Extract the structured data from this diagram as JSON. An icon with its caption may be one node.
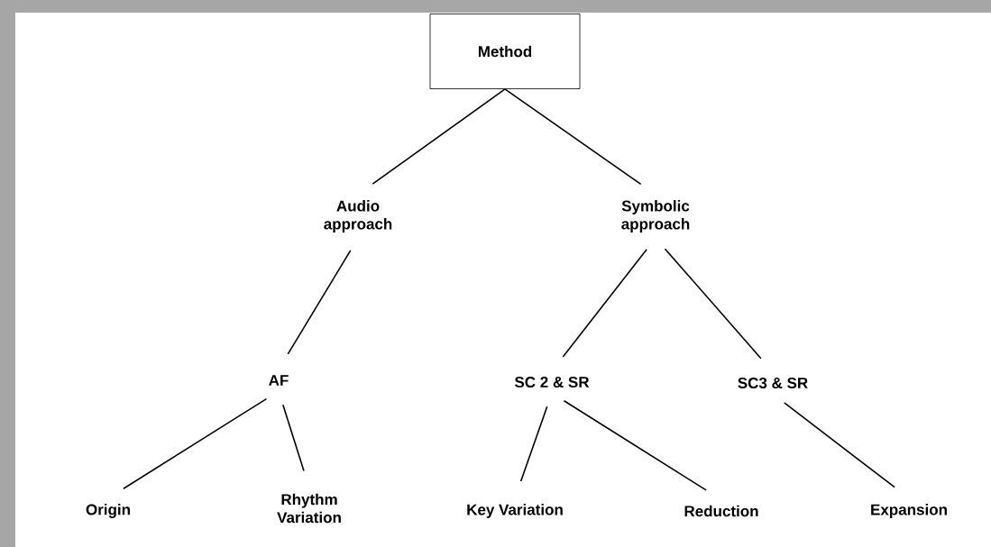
{
  "diagram": {
    "nodes": [
      {
        "text": [
          "Method"
        ]
      },
      {
        "text": [
          "Audio approach"
        ]
      },
      {
        "text": [
          "Symbolic approach"
        ]
      },
      {
        "text": [
          "AF"
        ]
      },
      {
        "text": [
          "SC 2 & SR"
        ]
      },
      {
        "text": [
          "SC3 & SR"
        ]
      },
      {
        "text": [
          "Origin"
        ]
      },
      {
        "text": [
          "Rhythm Variation"
        ]
      },
      {
        "text": [
          "Key Variation"
        ]
      },
      {
        "text": [
          "Reduction"
        ]
      },
      {
        "text": [
          "Expansion"
        ]
      }
    ],
    "edges": [
      {
        "from": 0,
        "to": 1,
        "arrow": "none"
      },
      {
        "from": 0,
        "to": 2,
        "arrow": "none"
      },
      {
        "from": 1,
        "to": 3,
        "arrow": "none"
      },
      {
        "from": 2,
        "to": 4,
        "arrow": "none"
      },
      {
        "from": 2,
        "to": 5,
        "arrow": "none"
      },
      {
        "from": 3,
        "to": 6,
        "arrow": "none"
      },
      {
        "from": 3,
        "to": 7,
        "arrow": "none"
      },
      {
        "from": 4,
        "to": 8,
        "arrow": "none"
      },
      {
        "from": 4,
        "to": 9,
        "arrow": "none"
      },
      {
        "from": 5,
        "to": 10,
        "arrow": "none"
      }
    ]
  }
}
